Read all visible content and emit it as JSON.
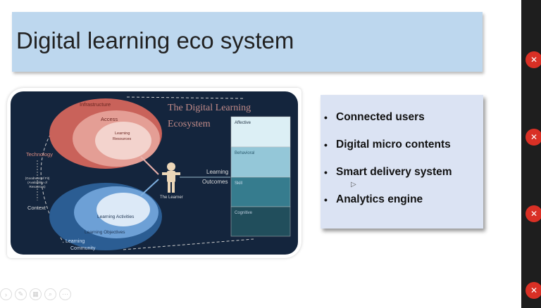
{
  "slide": {
    "title": "Digital learning eco system",
    "bullets": [
      "Connected users",
      "Digital micro contents",
      "Smart delivery system",
      "Analytics engine"
    ]
  },
  "diagram": {
    "title_line1": "The Digital Learning",
    "title_line2": "Ecosystem",
    "infrastructure": "Infrastructure",
    "access": "Access",
    "resources_1": "Learning",
    "resources_2": "Resources",
    "technology": "Technology",
    "fit_1": "(Goodness of Fit)",
    "fit_2": "(Availability of",
    "fit_3": "Resources)",
    "context": "Context",
    "activities": "Learning Activities",
    "objectives": "Learning Objectives",
    "community_1": "Learning",
    "community_2": "Community",
    "learner": "The Learner",
    "outcomes_1": "Learning",
    "outcomes_2": "Outcomes",
    "levels": [
      "Affective",
      "Behavioral",
      "Skill",
      "Cognitive"
    ]
  },
  "colors": {
    "title_bar": "#bdd7ee",
    "bullet_box": "#dbe3f3",
    "mic_off": "#d93025"
  }
}
